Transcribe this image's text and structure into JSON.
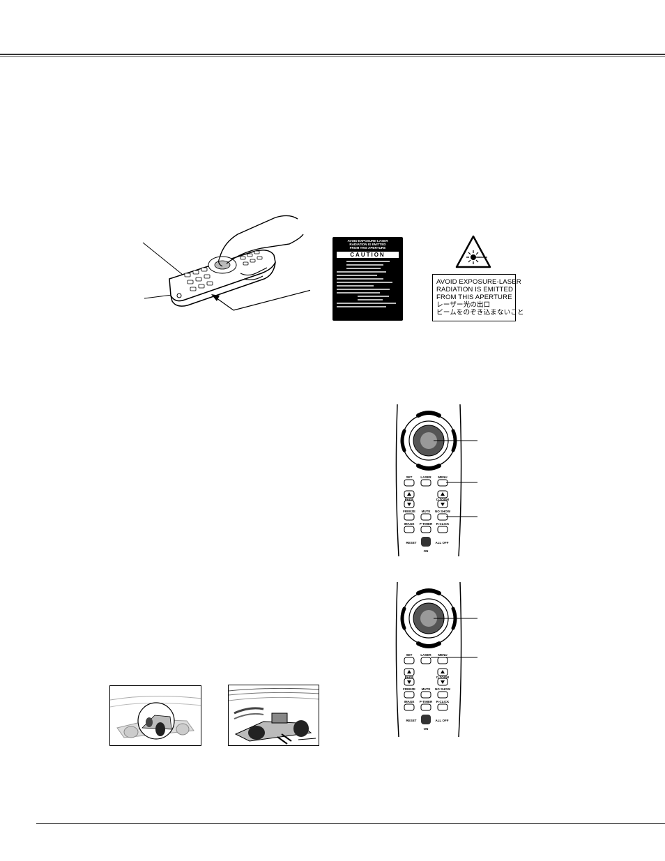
{
  "warning_label": {
    "lines": [
      "AVOID EXPOSURE-LASER",
      "RADIATION IS EMITTED",
      "FROM THIS APERTURE",
      "レーザー光の出口",
      "ビームをのぞき込まないこと"
    ]
  },
  "caution_label": {
    "header": [
      "AVOID EXPOSURE-LASER",
      "RADIATION IS EMITTED",
      "FROM THIS APERTURE"
    ],
    "title": "CAUTION"
  },
  "remote_top": {
    "buttons": {
      "set": "SET",
      "laser": "LASER",
      "menu": "MENU",
      "page": "PAGE",
      "dzoom": "D.ZOOM",
      "freeze": "FREEZE",
      "mute": "MUTE",
      "noshow": "NO SHOW",
      "image": "IMAGE",
      "ptimer": "P-TIMER",
      "rclick": "R-CLICK",
      "reset": "RESET",
      "alloff": "ALL OFF",
      "on": "ON"
    }
  },
  "remote_bottom": {
    "buttons": {
      "set": "SET",
      "laser": "LASER",
      "menu": "MENU",
      "page": "PAGE",
      "dzoom": "D.ZOOM",
      "freeze": "FREEZE",
      "mute": "MUTE",
      "noshow": "NO SHOW",
      "image": "IMAGE",
      "ptimer": "P-TIMER",
      "rclick": "R-CLICK",
      "reset": "RESET",
      "alloff": "ALL OFF",
      "on": "ON"
    }
  }
}
